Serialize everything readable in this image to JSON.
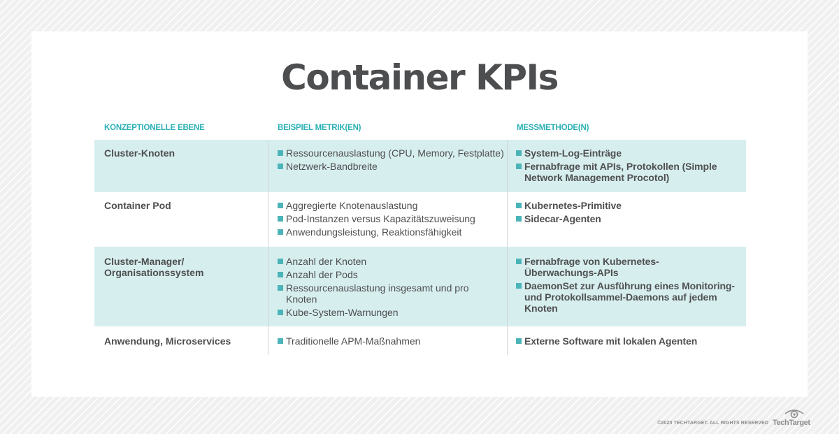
{
  "title": "Container KPIs",
  "table": {
    "headers": [
      "KONZEPTIONELLE EBENE",
      "BEISPIEL METRIK(EN)",
      "MESSMETHODE(N)"
    ],
    "rows": [
      {
        "level": "Cluster-Knoten",
        "metrics": [
          "Ressourcenauslastung (CPU, Memory, Festplatte)",
          "Netzwerk-Bandbreite"
        ],
        "methods": [
          "System-Log-Einträge",
          "Fernabfrage mit APIs, Protokollen (Simple Network Management Procotol)"
        ]
      },
      {
        "level": "Container Pod",
        "metrics": [
          "Aggregierte Knotenauslastung",
          "Pod-Instanzen versus Kapazitätszuweisung",
          "Anwendungsleistung, Reaktionsfähigkeit"
        ],
        "methods": [
          "Kubernetes-Primitive",
          "Sidecar-Agenten"
        ]
      },
      {
        "level": "Cluster-Manager/ Organisationssystem",
        "metrics": [
          "Anzahl der Knoten",
          "Anzahl der Pods",
          "Ressourcenauslastung insgesamt und pro Knoten",
          "Kube-System-Warnungen"
        ],
        "methods": [
          "Fernabfrage von Kubernetes-Überwachungs-APIs",
          "DaemonSet zur Ausführung eines Monitoring- und Protokollsammel-Daemons auf jedem Knoten"
        ]
      },
      {
        "level": "Anwendung, Microservices",
        "metrics": [
          "Traditionelle APM-Maßnahmen"
        ],
        "methods": [
          "Externe Software mit lokalen Agenten"
        ]
      }
    ]
  },
  "footer": {
    "copyright": "©2020 TECHTARGET. ALL RIGHTS RESERVED",
    "logo_text": "TechTarget"
  },
  "colors": {
    "accent": "#2bb0b6",
    "bullet": "#4bb4b8",
    "row_shade": "#d7eeee",
    "text": "#4d4e50"
  }
}
